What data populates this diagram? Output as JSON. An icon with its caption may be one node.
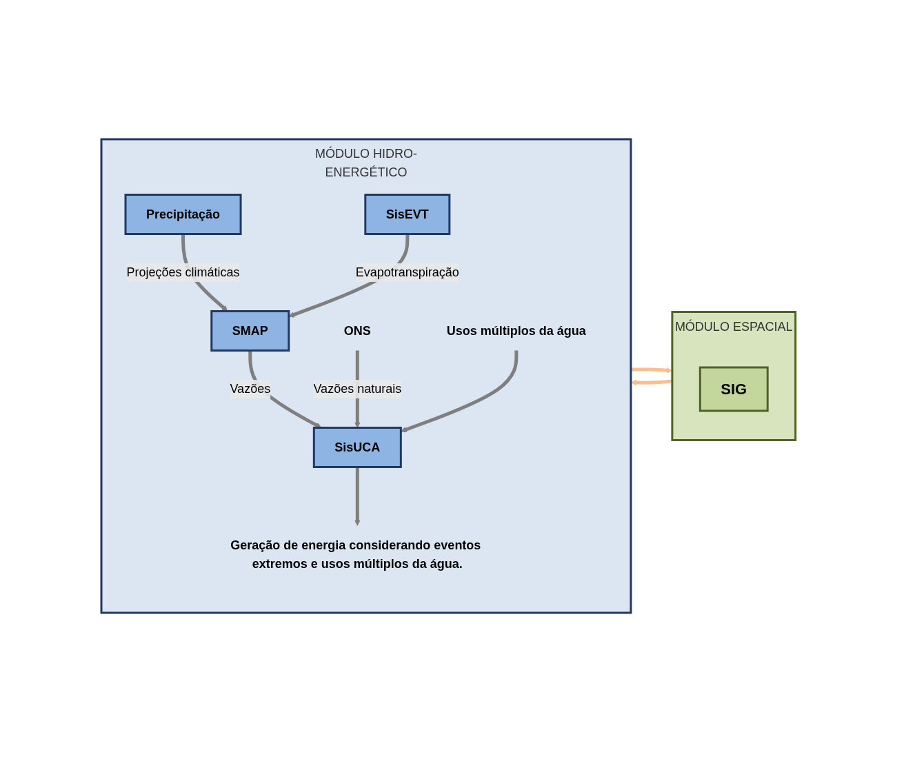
{
  "diagram": {
    "nodes": [
      {
        "text": [
          "MÓDULO ESPACIAL"
        ]
      },
      {
        "text": [
          "SIG"
        ],
        "in": 0
      },
      {
        "text": [
          "MÓDULO HIDRO-ENERGÉTICO"
        ]
      },
      {
        "text": [
          "Precipitação"
        ],
        "in": 2
      },
      {
        "text": [
          "SMAP"
        ],
        "in": 2
      },
      {
        "text": [
          "SisEVT"
        ],
        "in": 2
      },
      {
        "text": [
          "SisUCA"
        ],
        "in": 2
      },
      {
        "text": [
          "Geração de energia considerando eventos extremos e usos múltiplos da água."
        ],
        "in": 2
      },
      {
        "text": [
          "ONS"
        ],
        "in": 2
      },
      {
        "text": [
          "Usos múltiplos da água"
        ],
        "in": 2
      }
    ],
    "edges": [
      {
        "from": 0,
        "to": 2,
        "arrow": "to",
        "color": "#f9bf8f"
      },
      {
        "from": 2,
        "to": 0,
        "arrow": "to",
        "color": "#f9bf8f"
      },
      {
        "from": 3,
        "to": 4,
        "arrow": "to",
        "label": "Projeções climáticas"
      },
      {
        "from": 5,
        "to": 4,
        "arrow": "to",
        "label": "Evapotranspiração"
      },
      {
        "from": 4,
        "to": 6,
        "arrow": "to",
        "label": "Vazões"
      },
      {
        "from": 8,
        "to": 6,
        "arrow": "to",
        "label": "Vazões naturais"
      },
      {
        "from": 6,
        "to": 7,
        "arrow": "to"
      },
      {
        "from": 9,
        "to": 6,
        "arrow": "to"
      }
    ]
  }
}
